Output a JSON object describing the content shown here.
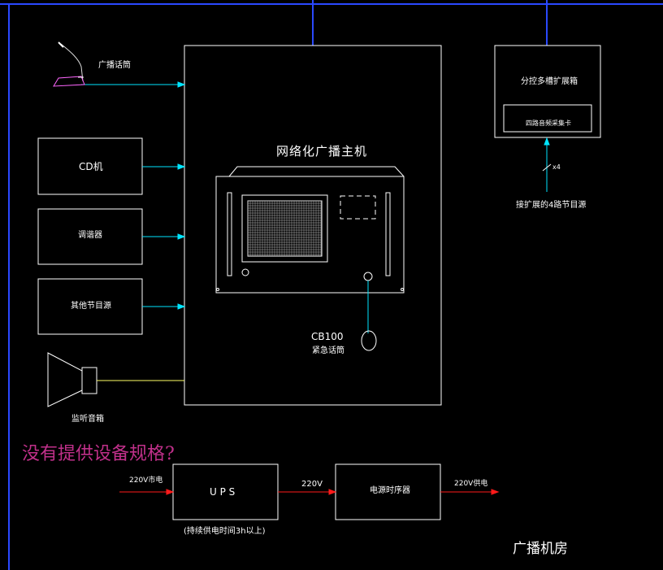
{
  "colors": {
    "background": "#000000",
    "frame": "#2a49ff",
    "box": "#ffffff",
    "signal": "#00e5ff",
    "power": "#ff1a1a",
    "speaker_line": "#ffff66",
    "note": "#c0308a",
    "mic": "#ff66ff"
  },
  "diagram": {
    "mic_label": "广播话筒",
    "main_title": "网络化广播主机",
    "cd_label": "CD机",
    "tuner_label": "调谐器",
    "other_label": "其他节目源",
    "speaker_label": "监听音箱",
    "cb_model": "CB100",
    "cb_label": "紧急话筒",
    "expansion_title": "分控多槽扩展箱",
    "expansion_card": "四路音频采集卡",
    "x4_label": "x4",
    "expansion_source": "接扩展的4路节目源",
    "note": "没有提供设备规格?",
    "power_in": "220V市电",
    "ups_label": "U P S",
    "ups_note": "(持续供电时间3h以上)",
    "v220": "220V",
    "sequencer_label": "电源时序器",
    "power_out": "220V供电",
    "room_label": "广播机房"
  }
}
